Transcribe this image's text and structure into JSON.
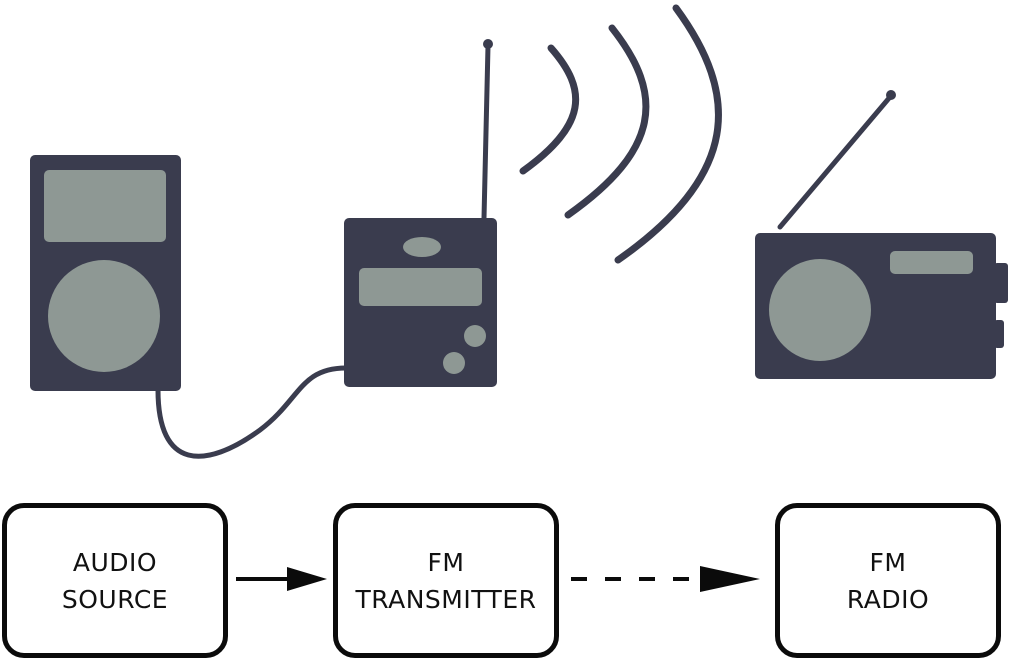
{
  "colors": {
    "device": "#3a3c4e",
    "device_detail": "#8e9894",
    "cable": "#3a3c4e",
    "waves": "#3a3c4e",
    "box_border": "#0b0b0b",
    "arrow": "#0b0b0b"
  },
  "icons": {
    "audio_source": "music-player-icon",
    "transmitter": "fm-transmitter-icon",
    "radio": "radio-receiver-icon",
    "signal": "radio-waves-icon"
  },
  "boxes": {
    "audio_source": {
      "line1": "AUDIO",
      "line2": "SOURCE"
    },
    "transmitter": {
      "line1": "FM",
      "line2": "TRANSMITTER"
    },
    "radio": {
      "line1": "FM",
      "line2": "RADIO"
    }
  },
  "connections": [
    {
      "from": "audio_source",
      "to": "transmitter",
      "style": "solid"
    },
    {
      "from": "transmitter",
      "to": "radio",
      "style": "dashed"
    }
  ]
}
